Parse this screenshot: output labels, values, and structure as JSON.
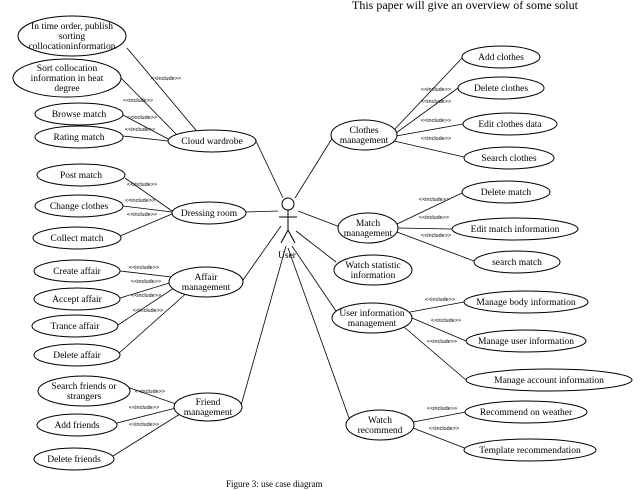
{
  "header_text": "This paper will give an overview of some solut",
  "caption_text": "Figure 3: use case diagram",
  "actor": {
    "label": "User"
  },
  "include_label": "<<include>>",
  "use_cases": {
    "cloud_wardrobe": "Cloud wardrobe",
    "publish_sorting": [
      "In time order, publish",
      "sorting",
      "collocationinformation"
    ],
    "sort_heat": [
      "Sort collocation",
      "information in heat",
      "degree"
    ],
    "browse_match": "Browse match",
    "rating_match": "Rating match",
    "dressing_room": "Dressing room",
    "post_match": "Post match",
    "change_clothes": "Change clothes",
    "collect_match": "Collect match",
    "affair_management": [
      "Affair",
      "management"
    ],
    "create_affair": "Create affair",
    "accept_affair": "Accept affair",
    "trance_affair": "Trance affair",
    "delete_affair": "Delete affair",
    "friend_management": [
      "Friend",
      "management"
    ],
    "search_friends": [
      "Search friends or",
      "strangers"
    ],
    "add_friends": "Add friends",
    "delete_friends": "Delete friends",
    "clothes_management": [
      "Clothes",
      "management"
    ],
    "add_clothes": "Add clothes",
    "delete_clothes": "Delete clothes",
    "edit_clothes": "Edit clothes data",
    "search_clothes": "Search clothes",
    "match_management": [
      "Match",
      "management"
    ],
    "delete_match": "Delete match",
    "edit_match": "Edit match information",
    "search_match": "search match",
    "watch_statistic": [
      "Watch statistic",
      "information"
    ],
    "user_info_management": [
      "User information",
      "management"
    ],
    "manage_body": "Manage body information",
    "manage_user": "Manage user information",
    "manage_account": "Manage account information",
    "watch_recommend": [
      "Watch",
      "recommend"
    ],
    "recommend_weather": "Recommend on weather",
    "template_recommendation": "Template recommendation"
  }
}
